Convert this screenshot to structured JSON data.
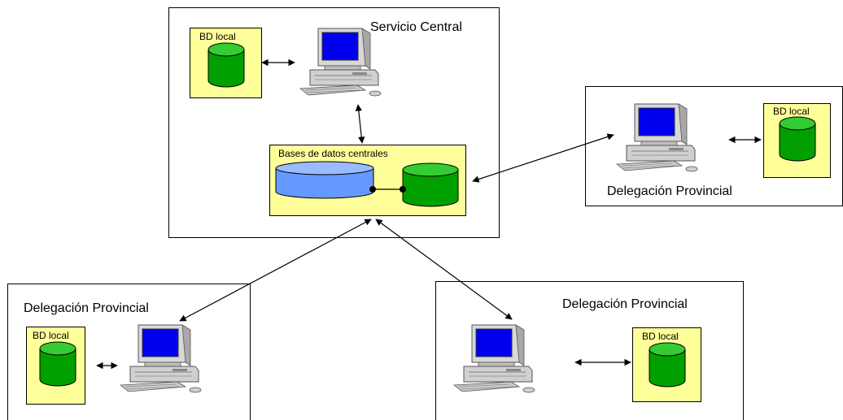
{
  "central": {
    "title": "Servicio Central",
    "local_db_label": "BD local",
    "central_db_label": "Bases de datos centrales"
  },
  "delegations": [
    {
      "title": "Delegación Provincial",
      "local_db_label": "BD local"
    },
    {
      "title": "Delegación Provincial",
      "local_db_label": "BD local"
    },
    {
      "title": "Delegación Provincial",
      "local_db_label": "BD local"
    }
  ],
  "colors": {
    "box_fill": "#ffff99",
    "db_green": "#00a000",
    "db_green_top": "#33cc33",
    "db_blue": "#6699ff",
    "db_blue_top": "#99bbff",
    "screen": "#0000ee"
  }
}
